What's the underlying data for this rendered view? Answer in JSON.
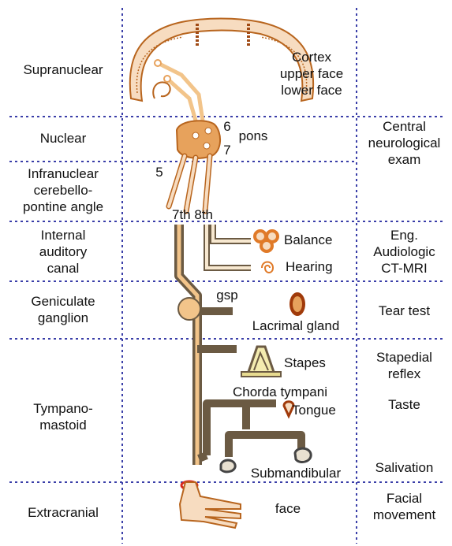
{
  "levels": {
    "supranuclear": "Supranuclear",
    "nuclear": "Nuclear",
    "infranuclear": "Infranuclear\ncerebello-\npontine angle",
    "internal_auditory_canal": "Internal\nauditory\ncanal",
    "geniculate_ganglion": "Geniculate\nganglion",
    "tympanomastoid": "Tympano-\nmastoid",
    "extracranial": "Extracranial"
  },
  "structures": {
    "cortex": "Cortex\nupper face\nlower face",
    "nerve_6": "6",
    "pons": "pons",
    "nerve_7": "7",
    "nerve_5": "5",
    "seventh_eighth": "7th 8th",
    "balance": "Balance",
    "hearing": "Hearing",
    "gsp": "gsp",
    "lacrimal_gland": "Lacrimal gland",
    "stapes": "Stapes",
    "chorda_tympani": "Chorda tympani",
    "tongue": "Tongue",
    "submandibular": "Submandibular",
    "face": "face"
  },
  "tests": {
    "central_exam": "Central\nneurological\nexam",
    "eng_audiologic": "Eng.\nAudiologic\nCT-MRI",
    "tear_test": "Tear test",
    "stapedial_reflex": "Stapedial\nreflex",
    "taste": "Taste",
    "salivation": "Salivation",
    "facial_movement": "Facial\nmovement"
  },
  "colors": {
    "grid": "#3a3ea8",
    "nerve": "#6b5a43",
    "brain": "#b8651e",
    "tract": "#f2c48a",
    "pons_fill": "#e7a25c"
  }
}
